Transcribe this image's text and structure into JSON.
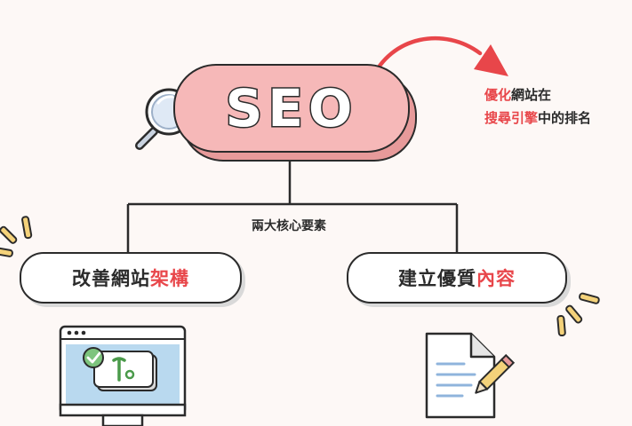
{
  "main": {
    "badge": "SEO",
    "callout": {
      "line1_highlight": "優化",
      "line1_rest": "網站在",
      "line2_highlight": "搜尋引擎",
      "line2_rest": "中的排名"
    },
    "core_label": "兩大核心要素",
    "left_box": {
      "text": "改善網站",
      "highlight": "架構"
    },
    "right_box": {
      "text": "建立優質",
      "highlight": "內容"
    }
  },
  "colors": {
    "accent_red": "#e8464a",
    "pill_pink": "#f6b8b8",
    "pill_shadow": "#e79a9a",
    "screen_blue": "#b9d9ef",
    "check_green": "#7dc47d",
    "pencil_yellow": "#f4d27a"
  },
  "icons": {
    "magnifier": "magnifier-icon",
    "arrow": "curved-arrow-icon",
    "monitor": "monitor-settings-icon",
    "document": "document-pencil-icon",
    "sparkles": "sparkle-lines-icon"
  }
}
